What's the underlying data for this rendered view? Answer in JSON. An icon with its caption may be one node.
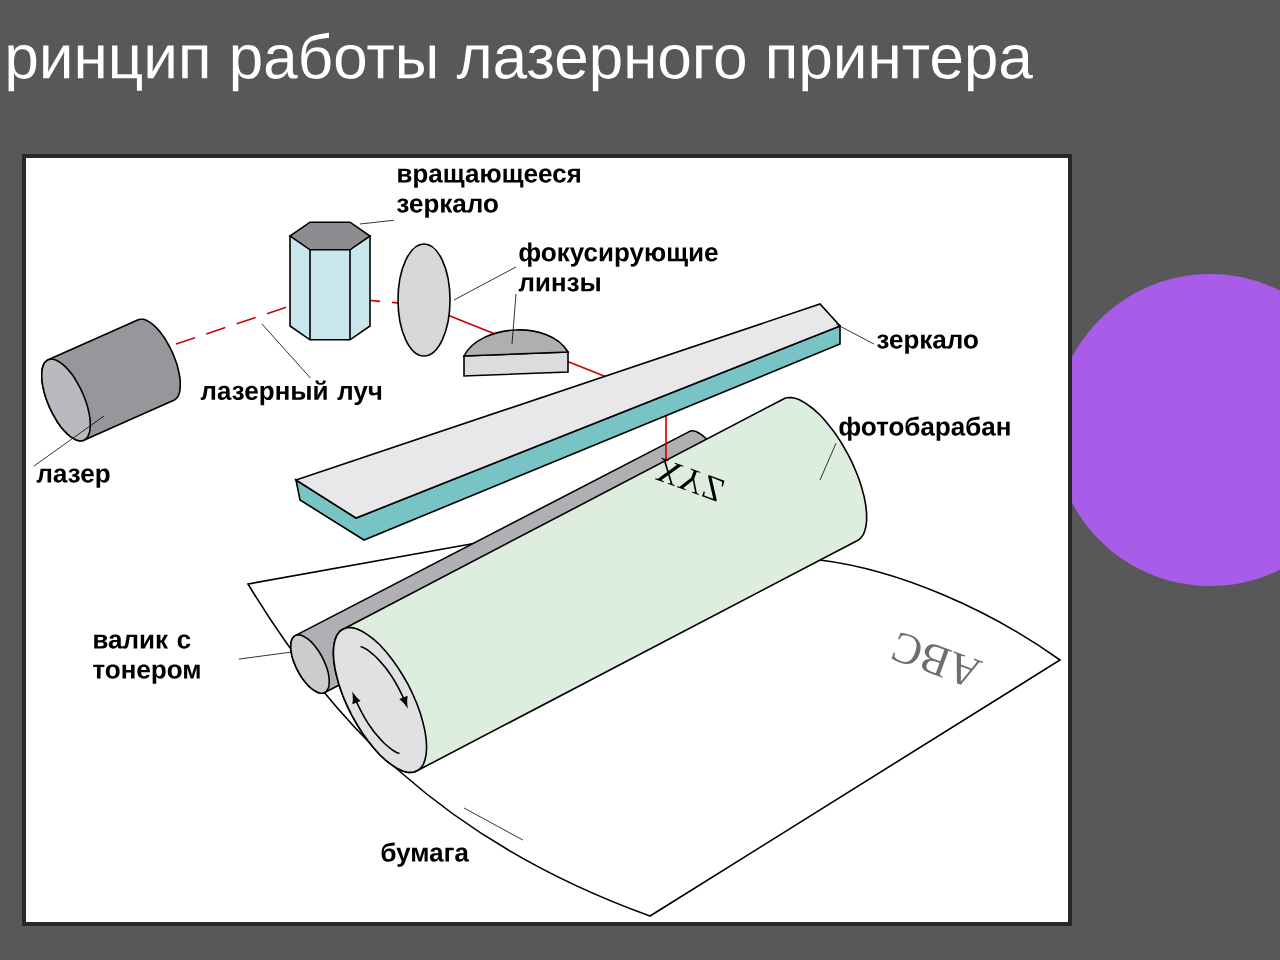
{
  "diagram": {
    "title": "ринцип работы лазерного принтера",
    "nodes": [
      {
        "text": [
          "вращающееся зеркало"
        ]
      },
      {
        "text": [
          "фокусирующие линзы"
        ]
      },
      {
        "text": [
          "зеркало"
        ]
      },
      {
        "text": [
          "лазерный луч"
        ]
      },
      {
        "text": [
          "фотобарабан"
        ]
      },
      {
        "text": [
          "лазер"
        ]
      },
      {
        "text": [
          "валик с тонером"
        ]
      },
      {
        "text": [
          "бумага"
        ]
      }
    ],
    "edges": [
      {
        "from": 0,
        "to": null,
        "arrow": "none"
      },
      {
        "from": 1,
        "to": null,
        "arrow": "none"
      },
      {
        "from": 1,
        "to": null,
        "arrow": "none"
      },
      {
        "from": 2,
        "to": null,
        "arrow": "none"
      },
      {
        "from": 3,
        "to": null,
        "arrow": "none"
      },
      {
        "from": 4,
        "to": null,
        "arrow": "none"
      },
      {
        "from": 5,
        "to": null,
        "arrow": "none"
      },
      {
        "from": 6,
        "to": null,
        "arrow": "none"
      },
      {
        "from": 7,
        "to": null,
        "arrow": "none"
      }
    ],
    "labels": [
      "XYZ",
      "ABC"
    ]
  }
}
